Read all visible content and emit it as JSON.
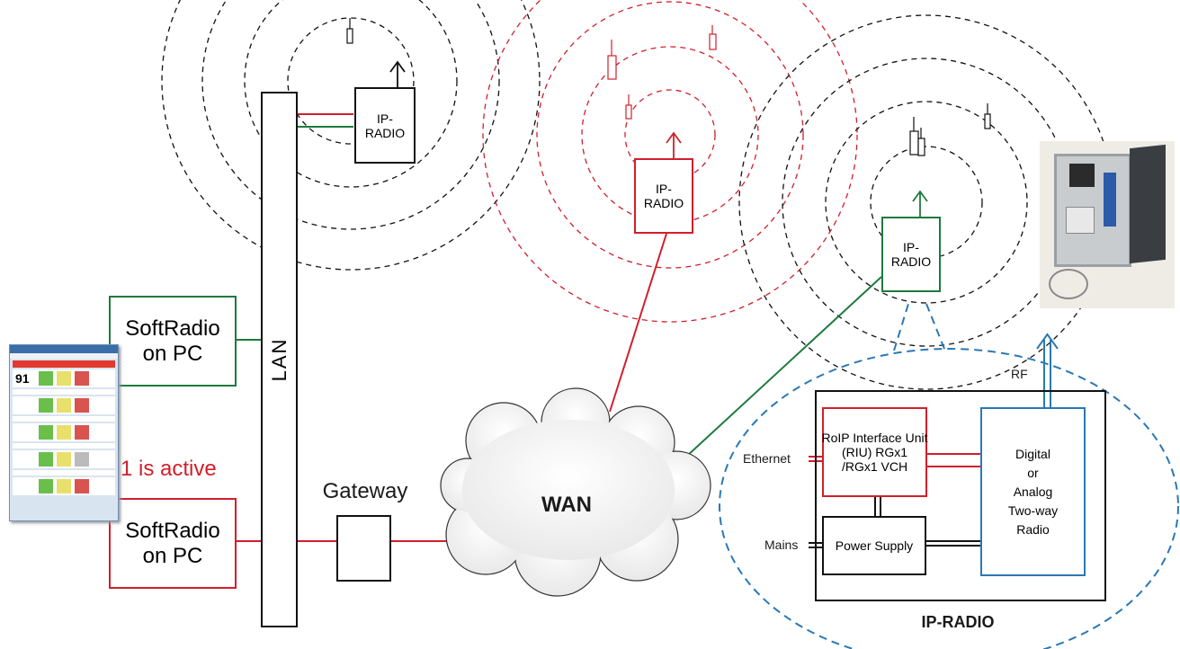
{
  "lan": {
    "label": "LAN"
  },
  "softradio_top": {
    "line1": "SoftRadio",
    "line2": "on PC"
  },
  "softradio_bottom": {
    "line1": "SoftRadio",
    "line2": "on PC"
  },
  "active_note": "1 is active",
  "gateway": {
    "label": "Gateway"
  },
  "wan": {
    "label": "WAN"
  },
  "radios": [
    {
      "line1": "IP-",
      "line2": "RADIO"
    },
    {
      "line1": "IP-",
      "line2": "RADIO"
    },
    {
      "line1": "IP-",
      "line2": "RADIO"
    }
  ],
  "detail": {
    "riu": {
      "line1": "RoIP Interface Unit",
      "line2": "(RIU) RGx1",
      "line3": "/RGx1 VCH"
    },
    "power_supply": "Power Supply",
    "two_way": {
      "line1": "Digital",
      "line2": "or",
      "line3": "Analog",
      "line4": "Two-way",
      "line5": "Radio"
    },
    "rf": "RF",
    "ethernet": "Ethernet",
    "mains": "Mains",
    "caption": "IP-RADIO"
  },
  "thumb": {
    "display_value": "91"
  },
  "colors": {
    "red": "#d11f2b",
    "green": "#1e7a3d",
    "blue": "#2a78b4",
    "black": "#111111"
  }
}
